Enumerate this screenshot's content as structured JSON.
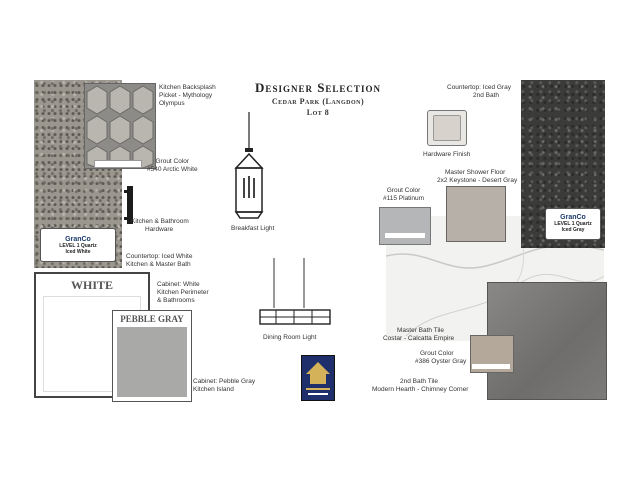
{
  "header": {
    "title": "Designer Selection",
    "community": "Cedar Park (Langdon)",
    "lot": "Lot 8"
  },
  "labels": {
    "backsplash": [
      "Kitchen Backsplash",
      "Picket - Mythology",
      "Olympus"
    ],
    "grout_kitchen": [
      "Grout Color",
      "#540 Arctic White"
    ],
    "hardware": [
      "Kitchen & Bathroom",
      "Hardware"
    ],
    "breakfast_light": "Breakfast Light",
    "countertop_kitchen": [
      "Countertop: Iced White",
      "Kitchen & Master Bath"
    ],
    "cabinet_white": [
      "Cabinet: White",
      "Kitchen Perimeter",
      "& Bathrooms"
    ],
    "dining_light": "Dining Room Light",
    "cabinet_pebble": [
      "Cabinet: Pebble Gray",
      "Kitchen Island"
    ],
    "countertop_bath2": [
      "Countertop: Iced Gray",
      "2nd Bath"
    ],
    "hardware_finish": "Hardware Finish",
    "grout_platinum": [
      "Grout Color",
      "#115 Platinum"
    ],
    "shower_floor": [
      "Master Shower Floor",
      "2x2 Keystone - Desert Gray"
    ],
    "master_bath_tile": [
      "Master Bath Tile",
      "Costar - Calcatta Empire"
    ],
    "grout_oyster": [
      "Grout Color",
      "#386 Oyster Gray"
    ],
    "bath2_tile": [
      "2nd Bath Tile",
      "Modern Hearth - Chimney Corner"
    ]
  },
  "swatches": {
    "white_label": "WHITE",
    "pebble_label": "PEBBLE GRAY"
  },
  "badges": {
    "left": {
      "brand": "GranCo",
      "level": "LEVEL 1 Quartz",
      "color": "Iced White"
    },
    "right": {
      "brand": "GranCo",
      "level": "LEVEL 1 Quartz",
      "color": "Iced Gray"
    }
  },
  "colors": {
    "pebble_gray": "#a9a9a7",
    "platinum_grout": "#b4b6b8",
    "desert_gray": "#b6b0a8",
    "oyster_gray": "#b3a89a"
  }
}
